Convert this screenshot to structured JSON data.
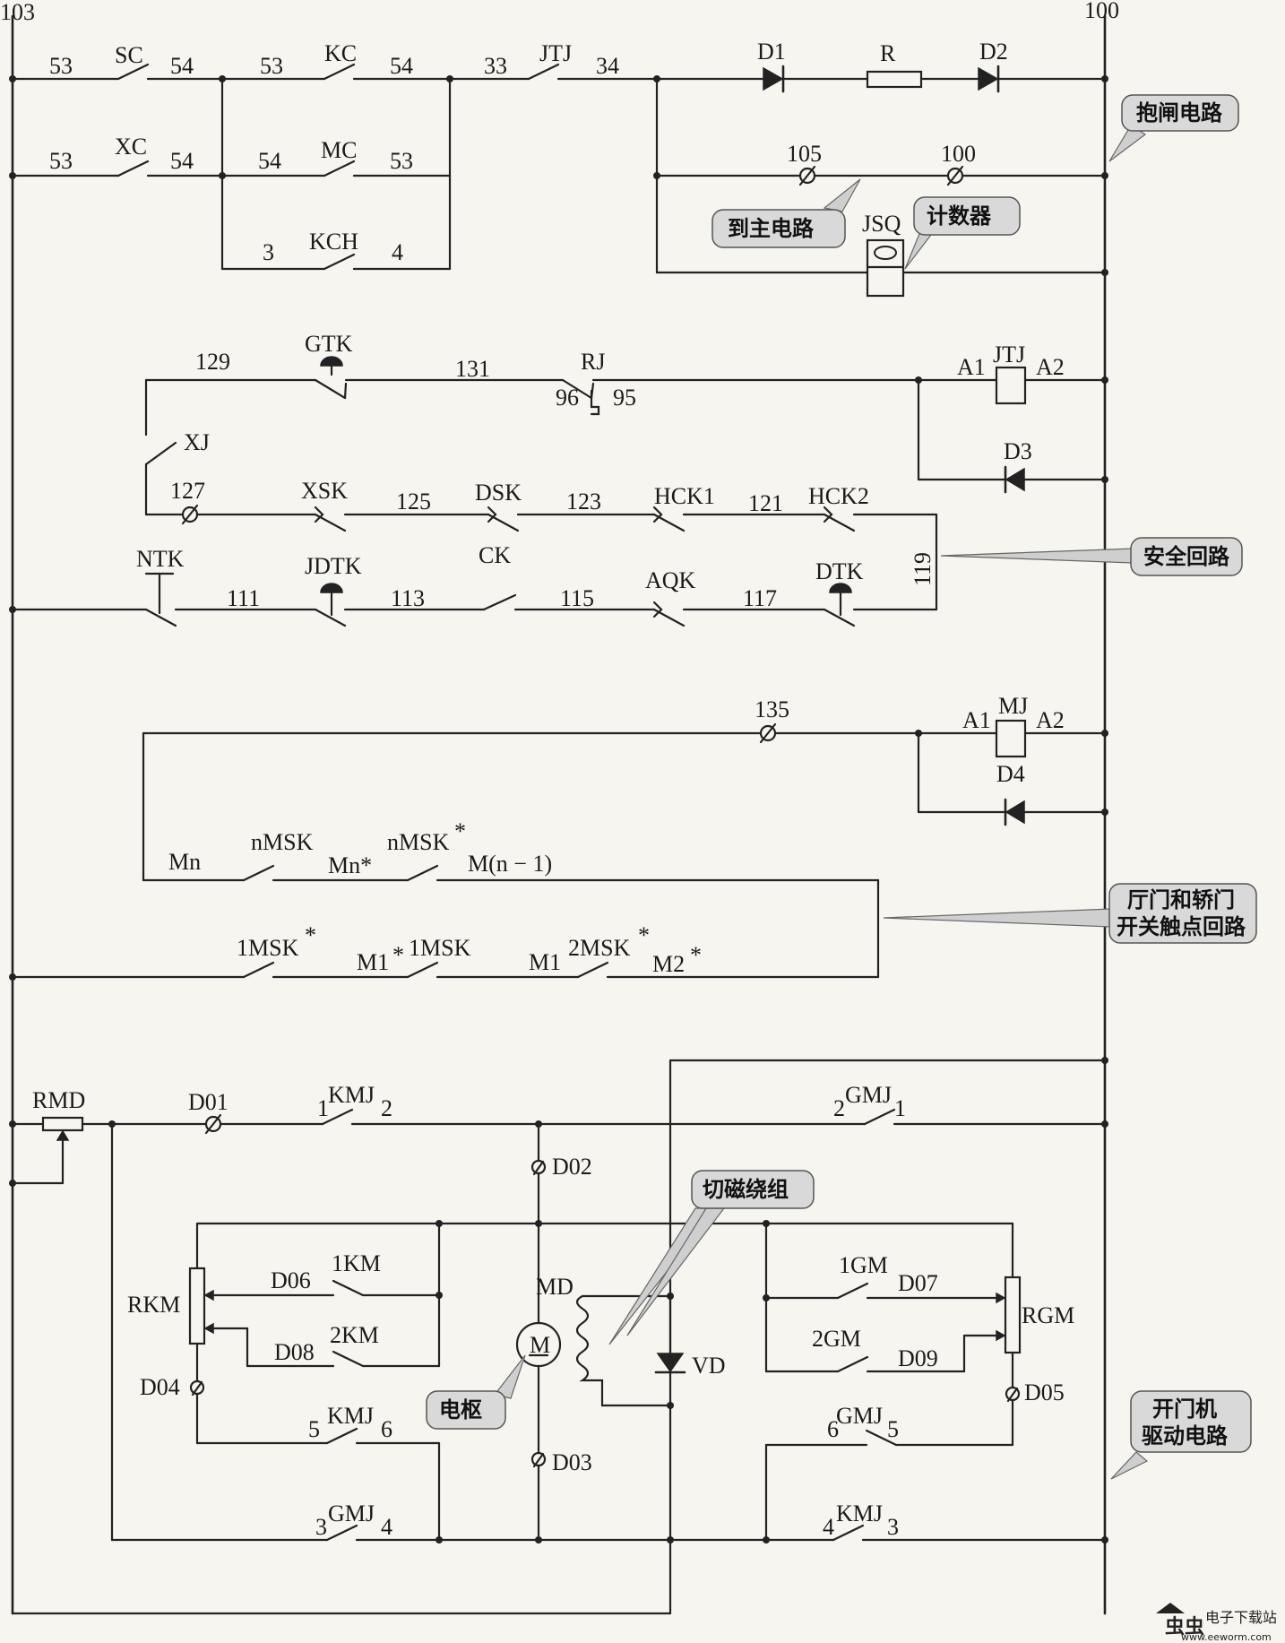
{
  "bus": {
    "left": "103",
    "right": "100"
  },
  "callouts": {
    "brake": "抱闸电路",
    "main": "到主电路",
    "counter": "计数器",
    "safety": "安全回路",
    "door1": "厅门和轿门",
    "door2": "开关触点回路",
    "armature": "电枢",
    "field": "切磁绕组",
    "drive1": "开门机",
    "drive2": "驱动电路"
  },
  "brake_circuit": {
    "sc": "SC",
    "xc": "XC",
    "kc": "KC",
    "mc": "MC",
    "kch": "KCH",
    "jtj": "JTJ",
    "n53": "53",
    "n54": "54",
    "n33": "33",
    "n34": "34",
    "n3": "3",
    "n4": "4",
    "d1": "D1",
    "r": "R",
    "d2": "D2",
    "t105": "105",
    "t100": "100",
    "jsq": "JSQ"
  },
  "safety_circuit": {
    "gtk": "GTK",
    "rj": "RJ",
    "n129": "129",
    "n131": "131",
    "n96": "96",
    "n95": "95",
    "xj": "XJ",
    "n127": "127",
    "xsk": "XSK",
    "n125": "125",
    "dsk": "DSK",
    "n123": "123",
    "hck1": "HCK1",
    "n121": "121",
    "hck2": "HCK2",
    "n119": "119",
    "ntk": "NTK",
    "jdtk": "JDTK",
    "ck": "CK",
    "aqk": "AQK",
    "dtk": "DTK",
    "n111": "111",
    "n113": "113",
    "n115": "115",
    "n117": "117",
    "a1": "A1",
    "a2": "A2",
    "coil": "JTJ",
    "d3": "D3"
  },
  "door_circuit": {
    "n135": "135",
    "a1": "A1",
    "a2": "A2",
    "coil": "MJ",
    "d4": "D4",
    "mn": "Mn",
    "nmsk": "nMSK",
    "mnstar": "Mn*",
    "nmskstar": "nMSK",
    "mn1": "M(n − 1)",
    "m1msk": "1MSK",
    "m1star": "M1",
    "m1msk2": "1MSK",
    "m1": "M1",
    "m2msk": "2MSK",
    "m2star": "M2",
    "star": "*"
  },
  "drive_circuit": {
    "rmd": "RMD",
    "d01": "D01",
    "kmj": "KMJ",
    "gmj": "GMJ",
    "n1": "1",
    "n2": "2",
    "n3": "3",
    "n4": "4",
    "n5": "5",
    "n6": "6",
    "d02": "D02",
    "d03": "D03",
    "d04": "D04",
    "d05": "D05",
    "d06": "D06",
    "d07": "D07",
    "d08": "D08",
    "d09": "D09",
    "km1": "1KM",
    "km2": "2KM",
    "gm1": "1GM",
    "gm2": "2GM",
    "rkm": "RKM",
    "rgm": "RGM",
    "md": "MD",
    "m": "M",
    "vd": "VD"
  },
  "watermark": {
    "brand": "虫虫",
    "title": "电子下载站",
    "url": "www.eeworm.com"
  }
}
